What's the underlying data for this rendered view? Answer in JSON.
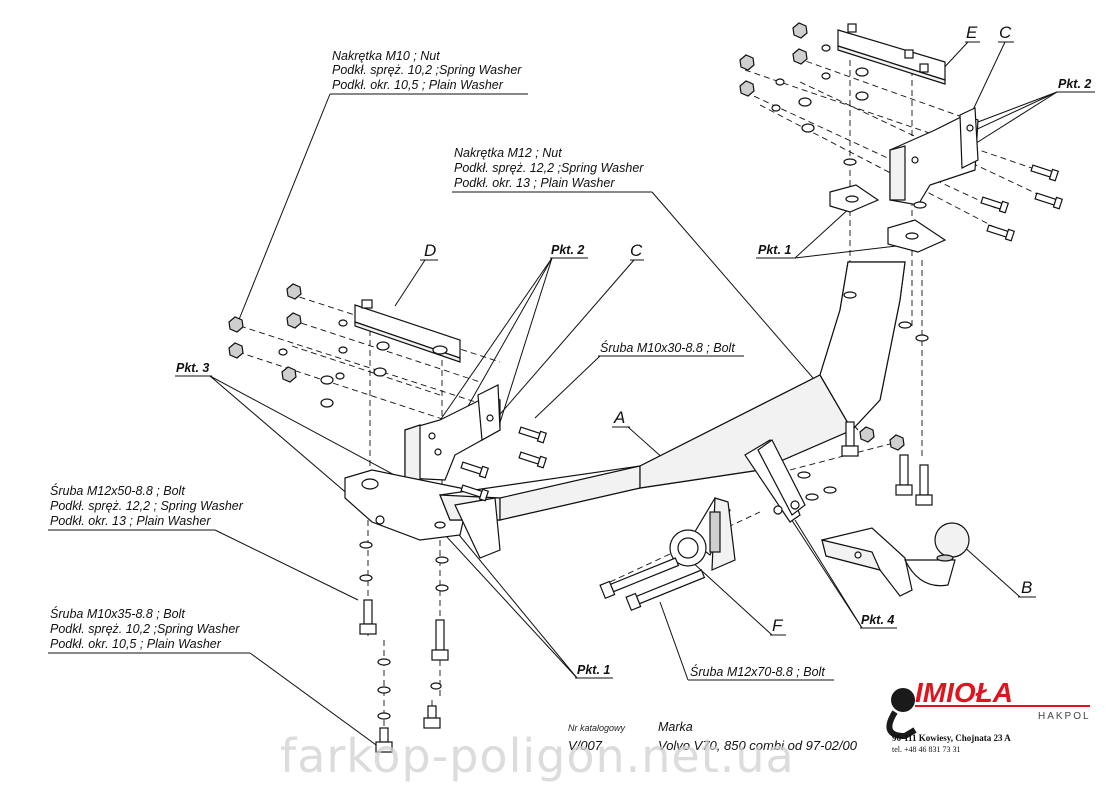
{
  "labels": {
    "nut_m10": [
      "Nakrętka  M10 ; Nut",
      "Podkł. spręż. 10,2 ;Spring Washer",
      "Podkł. okr. 10,5 ;  Plain Washer"
    ],
    "nut_m12": [
      "Nakrętka  M12 ; Nut",
      "Podkł. spręż. 12,2 ;Spring Washer",
      "Podkł. okr. 13 ;  Plain Washer"
    ],
    "bolt_m12x50": [
      "Śruba M12x50-8.8 ;  Bolt",
      "Podkł. spręż. 12,2 ; Spring Washer",
      "Podkł. okr. 13 ; Plain Washer"
    ],
    "bolt_m10x35": [
      "Śruba M10x35-8.8 ;  Bolt",
      "Podkł. spręż. 10,2 ;Spring Washer",
      "Podkł. okr. 10,5 ;  Plain Washer"
    ],
    "bolt_m10x30": "Śruba M10x30-8.8 ;  Bolt",
    "bolt_m12x70": "Śruba M12x70-8.8 ;  Bolt"
  },
  "part_letters": {
    "a": "A",
    "b": "B",
    "c_left": "C",
    "c_right": "C",
    "d": "D",
    "e": "E",
    "f": "F"
  },
  "points": {
    "pkt1_left": "Pkt. 1",
    "pkt1_right": "Pkt. 1",
    "pkt2_left": "Pkt. 2",
    "pkt2_right": "Pkt. 2",
    "pkt3": "Pkt. 3",
    "pkt4": "Pkt. 4"
  },
  "catalog": {
    "number_label": "Nr katalogowy",
    "number_value": "V/007",
    "make_label": "Marka",
    "make_value": "Volvo V70, 850 combi   od  97-02/00"
  },
  "brand": {
    "name": "IMIOŁA",
    "sub": "HAKPOL",
    "address": "96-111 Kowiesy, Chojnata 23 A",
    "tel": "tel. +48 46 831 73 31",
    "accent_color": "#e0141e"
  },
  "watermark": "farkop-poligon.net.ua"
}
